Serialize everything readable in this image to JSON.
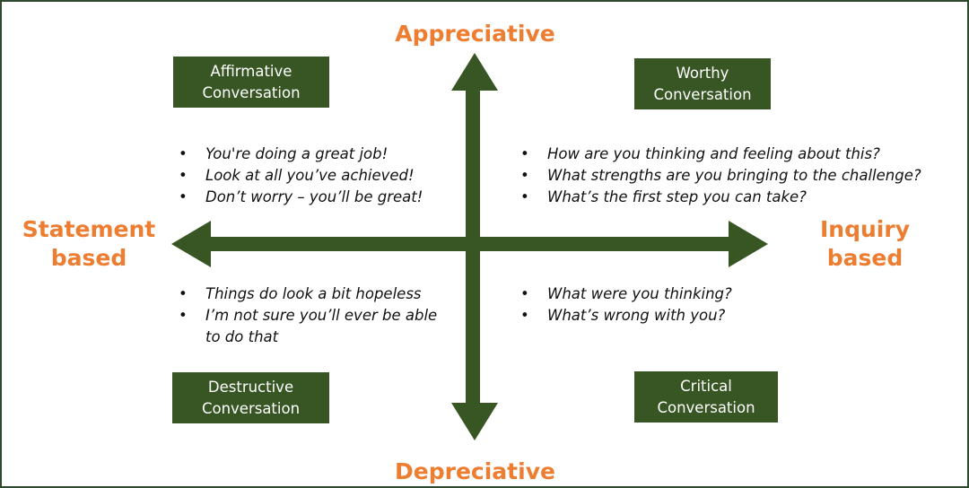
{
  "axes": {
    "top": "Appreciative",
    "bottom": "Depreciative",
    "left": "Statement\nbased",
    "right": "Inquiry\nbased",
    "color": "#ed7d31",
    "arrow_color": "#375623"
  },
  "quadrants": {
    "top_left": {
      "title_line1": "Affirmative",
      "title_line2": "Conversation",
      "items": [
        "You're doing a great job!",
        "Look at all you’ve achieved!",
        "Don’t worry – you’ll be great!"
      ]
    },
    "top_right": {
      "title_line1": "Worthy",
      "title_line2": "Conversation",
      "items": [
        "How are you thinking and feeling about this?",
        "What strengths are you bringing to the challenge?",
        "What’s the first step you can take?"
      ]
    },
    "bottom_left": {
      "title_line1": "Destructive",
      "title_line2": "Conversation",
      "items": [
        "Things do look a bit hopeless",
        "I’m not sure you’ll ever be able to do that"
      ]
    },
    "bottom_right": {
      "title_line1": "Critical",
      "title_line2": "Conversation",
      "items": [
        "What were you thinking?",
        "What’s wrong with you?"
      ]
    }
  },
  "bullet_glyph": "•"
}
